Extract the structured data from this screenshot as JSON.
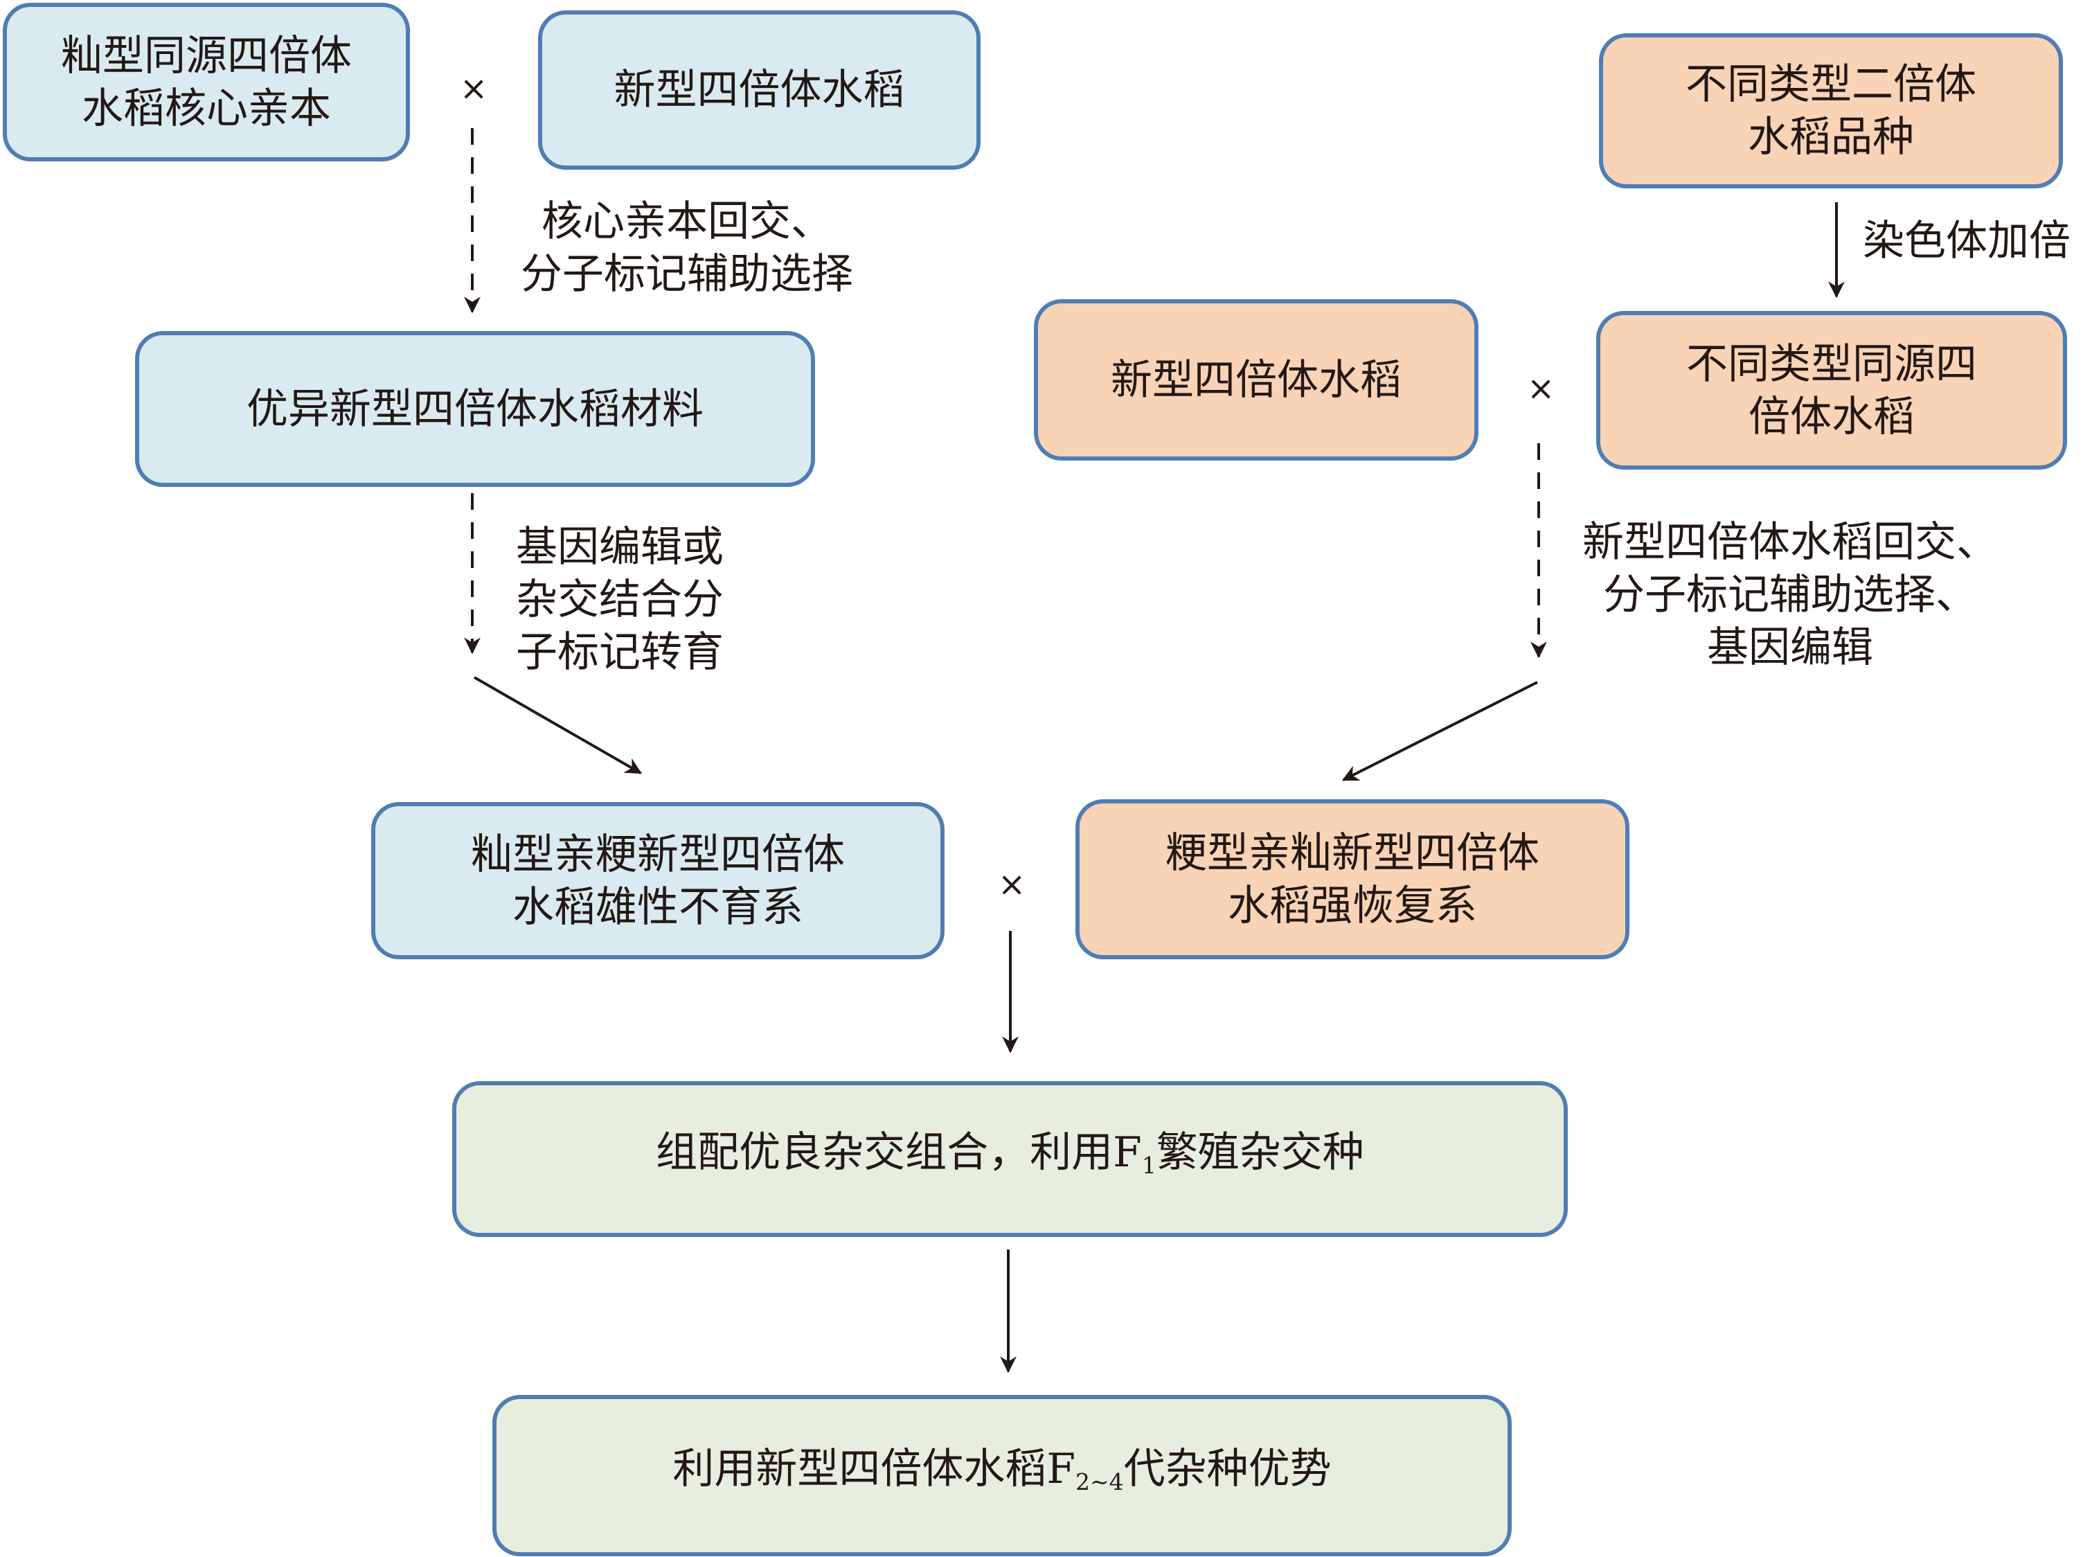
{
  "title": "新型四倍体水稻杂种优势利用育种流程",
  "colors": {
    "indica_box_fill": "#D9EBF1",
    "japonica_box_fill": "#F8D3B5",
    "result_box_fill": "#E8EEDD",
    "box_border": "#4F7DB5",
    "text": "#231815"
  },
  "boxes": {
    "indica_parent": "籼型同源四倍体\n水稻核心亲本",
    "ntr_left": "新型四倍体水稻",
    "diploid_varieties": "不同类型二倍体\n水稻品种",
    "elite_material": "优异新型四倍体水稻材料",
    "ntr_right": "新型四倍体水稻",
    "autotetraploid": "不同类型同源四\n倍体水稻",
    "male_sterile": "籼型亲粳新型四倍体\n水稻雄性不育系",
    "restorer": "粳型亲籼新型四倍体\n水稻强恢复系",
    "f1_combo_prefix": "组配优良杂交组合，利用F",
    "f1_combo_sub": "1",
    "f1_combo_suffix": "繁殖杂交种",
    "f2_prefix": "利用新型四倍体水稻F",
    "f2_sub": "2~4",
    "f2_suffix": "代杂种优势"
  },
  "labels": {
    "backcross_left": "核心亲本回交、\n分子标记辅助选择",
    "chromosome_doubling": "染色体加倍",
    "gene_editing_left": "基因编辑或\n杂交结合分\n子标记转育",
    "backcross_right": "新型四倍体水稻回交、\n分子标记辅助选择、\n基因编辑"
  },
  "cross_symbol": "×"
}
